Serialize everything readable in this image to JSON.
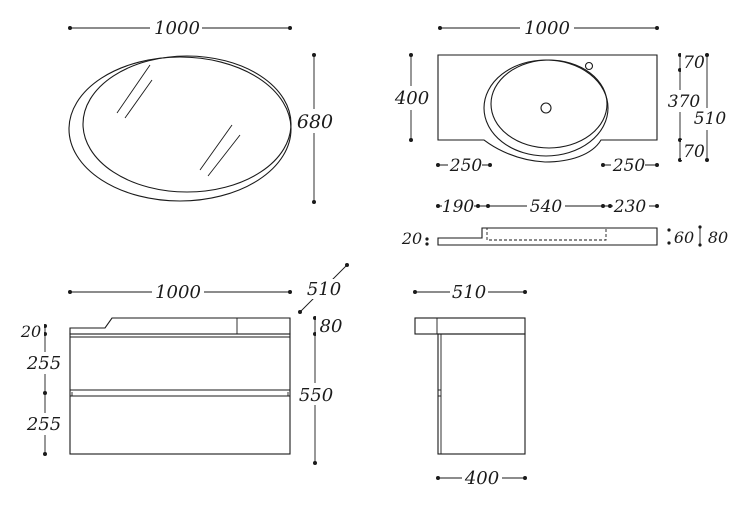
{
  "colors": {
    "ink": "#1a1a1a",
    "background": "#ffffff"
  },
  "mirror": {
    "width_label": "1000",
    "height_label": "680"
  },
  "basin_top": {
    "width_label": "1000",
    "depth_label": "400",
    "right_labels": {
      "top": "70",
      "middle": "370",
      "bottom": "70",
      "total": "510"
    },
    "bottom_left": "250",
    "bottom_right": "250"
  },
  "basin_section": {
    "left": "190",
    "middle": "540",
    "right": "230",
    "edge_left": "20",
    "edge_right_a": "60",
    "edge_right_b": "80"
  },
  "cabinet_front": {
    "width_label": "1000",
    "depth_label": "510",
    "left_top": "20",
    "left_drawer_1": "255",
    "left_drawer_2": "255",
    "right_top": "80",
    "right_body": "550"
  },
  "cabinet_side": {
    "top_label": "510",
    "bottom_label": "400"
  }
}
